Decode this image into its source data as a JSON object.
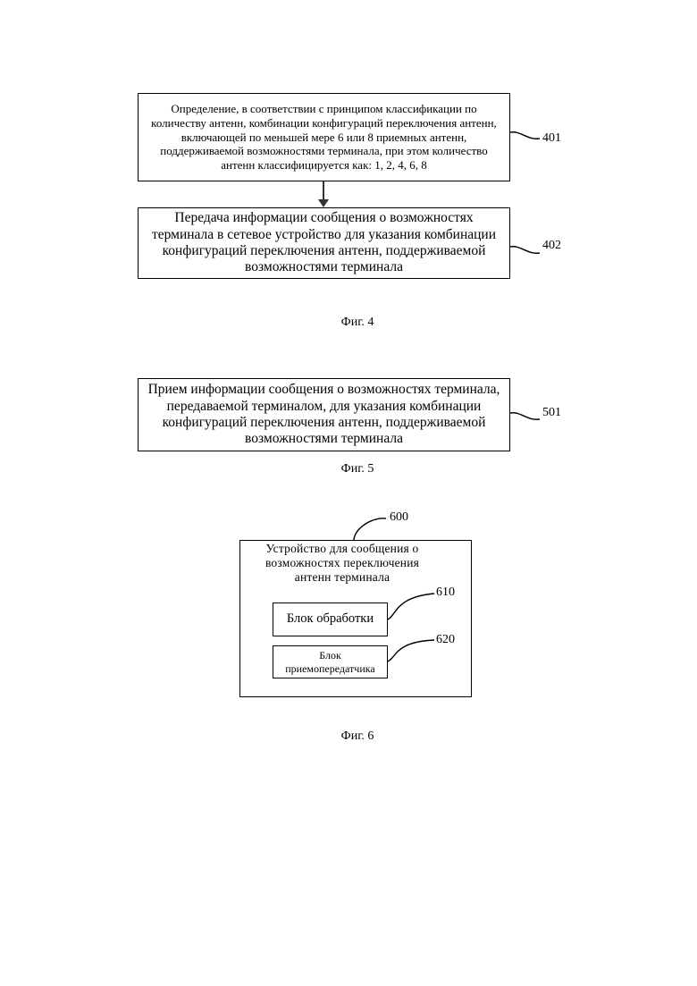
{
  "fig4": {
    "step401": {
      "text": "Определение, в соответствии с принципом классификации по количеству антенн, комбинации конфигураций переключения антенн, включающей по меньшей мере 6 или 8 приемных антенн, поддерживаемой возможностями терминала, при этом количество антенн классифицируется как: 1, 2, 4, 6, 8",
      "ref": "401"
    },
    "step402": {
      "text": "Передача информации сообщения о возможностях терминала в сетевое устройство для указания комбинации конфигураций переключения антенн, поддерживаемой возможностями терминала",
      "ref": "402"
    },
    "caption": "Фиг. 4"
  },
  "fig5": {
    "step501": {
      "text": "Прием информации сообщения о возможностях терминала, передаваемой терминалом, для указания комбинации конфигураций переключения антенн, поддерживаемой возможностями терминала",
      "ref": "501"
    },
    "caption": "Фиг. 5"
  },
  "fig6": {
    "device": {
      "title": "Устройство для сообщения о возможностях переключения антенн терминала",
      "ref": "600"
    },
    "processing_block": {
      "label": "Блок обработки",
      "ref": "610"
    },
    "transceiver_block": {
      "label": "Блок приемопередатчика",
      "ref": "620"
    },
    "caption": "Фиг. 6"
  }
}
